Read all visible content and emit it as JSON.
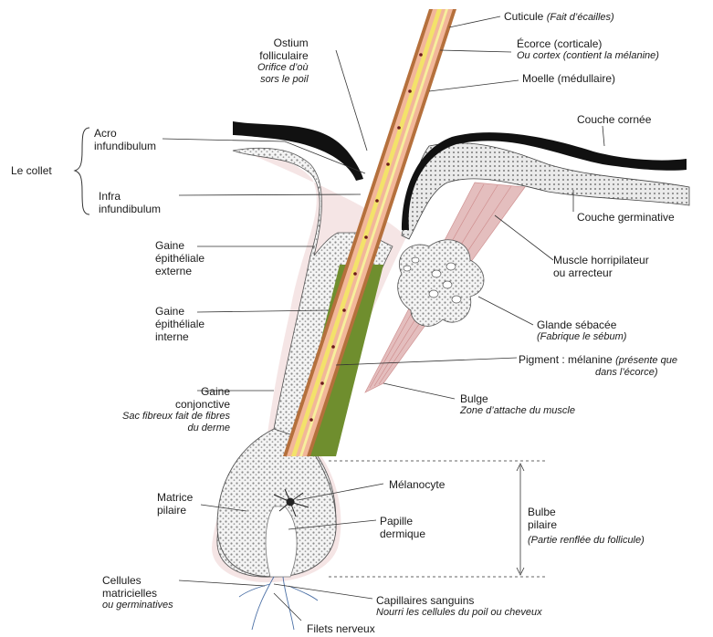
{
  "labels": {
    "cuticule": {
      "main": "Cuticule",
      "note": "(Fait d’écailles)"
    },
    "ecorce": {
      "main": "Écorce (corticale)",
      "note": "Ou cortex (contient la mélanine)"
    },
    "moelle": {
      "main": "Moelle (médullaire)"
    },
    "ostium": {
      "line1": "Ostium",
      "line2": "folliculaire",
      "note1": "Orifice d’où",
      "note2": "sors le poil"
    },
    "acro": {
      "line1": "Acro",
      "line2": "infundibulum"
    },
    "collet": {
      "main": "Le collet"
    },
    "infra": {
      "line1": "Infra",
      "line2": "infundibulum"
    },
    "couche_cornee": {
      "main": "Couche cornée"
    },
    "couche_germinative": {
      "main": "Couche germinative"
    },
    "muscle": {
      "line1": "Muscle horripilateur",
      "line2": "ou arrecteur"
    },
    "gaine_ext": {
      "line1": "Gaine",
      "line2": "épithéliale",
      "line3": "externe"
    },
    "gaine_int": {
      "line1": "Gaine",
      "line2": "épithéliale",
      "line3": "interne"
    },
    "glande": {
      "main": "Glande sébacée",
      "note": "(Fabrique le sébum)"
    },
    "pigment": {
      "main": "Pigment : mélanine",
      "note1": "(présente que",
      "note2": "dans l’écorce)"
    },
    "gaine_conj": {
      "line1": "Gaine",
      "line2": "conjonctive",
      "note1": "Sac fibreux fait de fibres",
      "note2": "du derme"
    },
    "bulge": {
      "main": "Bulge",
      "note": "Zone d’attache du muscle"
    },
    "melanocyte": {
      "main": "Mélanocyte"
    },
    "matrice": {
      "line1": "Matrice",
      "line2": "pilaire"
    },
    "papille": {
      "line1": "Papille",
      "line2": "dermique"
    },
    "bulbe": {
      "line1": "Bulbe",
      "line2": "pilaire",
      "note": "(Partie renflée du follicule)"
    },
    "cellules": {
      "line1": "Cellules",
      "line2": "matricielles",
      "note": "ou germinatives"
    },
    "capillaires": {
      "main": "Capillaires sanguins",
      "note": "Nourri les cellules du poil ou cheveux"
    },
    "filets": {
      "main": "Filets nerveux"
    }
  },
  "colors": {
    "cuticle": "#b5703c",
    "cortex": "#f2b79a",
    "medulla_line": "#f3e26a",
    "pigment_dot": "#6b1a1a",
    "inner_sheath": "#6f8e2e",
    "dermal_sheath": "#e9c9c9",
    "epidermis": "#111111",
    "stipple": "#bcbcbc",
    "muscle": "#d9a6a6",
    "leader": "#333333"
  }
}
